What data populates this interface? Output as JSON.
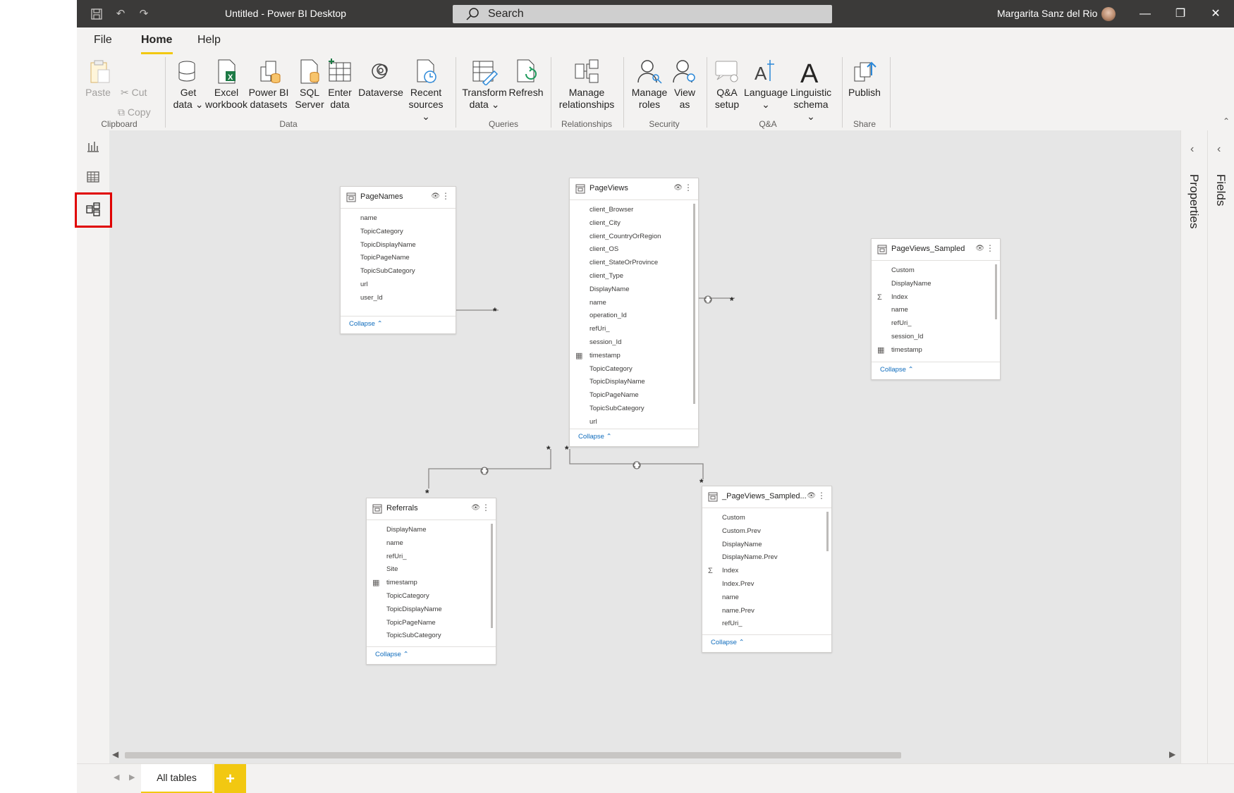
{
  "window": {
    "title": "Untitled - Power BI Desktop",
    "search_placeholder": "Search",
    "user_name": "Margarita Sanz del Rio"
  },
  "menu": {
    "tabs": [
      {
        "label": "File"
      },
      {
        "label": "Home"
      },
      {
        "label": "Help"
      }
    ],
    "active": "Home"
  },
  "ribbon": {
    "clipboard": {
      "paste": "Paste",
      "cut": "Cut",
      "copy": "Copy",
      "label": "Clipboard"
    },
    "data": {
      "label": "Data",
      "get_data": [
        "Get",
        "data"
      ],
      "excel": [
        "Excel",
        "workbook"
      ],
      "powerbi": [
        "Power BI",
        "datasets"
      ],
      "sql": [
        "SQL",
        "Server"
      ],
      "enter": [
        "Enter",
        "data"
      ],
      "dataverse": [
        "Dataverse",
        ""
      ],
      "recent": [
        "Recent",
        "sources"
      ]
    },
    "queries": {
      "label": "Queries",
      "transform": [
        "Transform",
        "data"
      ],
      "refresh": [
        "Refresh",
        ""
      ]
    },
    "relationships": {
      "label": "Relationships",
      "manage": [
        "Manage",
        "relationships"
      ]
    },
    "security": {
      "label": "Security",
      "manage_roles": [
        "Manage",
        "roles"
      ],
      "view_as": [
        "View",
        "as"
      ]
    },
    "qa": {
      "label": "Q&A",
      "setup": [
        "Q&A",
        "setup"
      ],
      "language": [
        "Language",
        ""
      ],
      "linguistic": [
        "Linguistic",
        "schema"
      ]
    },
    "share": {
      "label": "Share",
      "publish": [
        "Publish",
        ""
      ]
    }
  },
  "tables": {
    "pagenames": {
      "title": "PageNames",
      "fields": [
        "name",
        "TopicCategory",
        "TopicDisplayName",
        "TopicPageName",
        "TopicSubCategory",
        "url",
        "user_Id"
      ],
      "collapse": "Collapse"
    },
    "pageviews": {
      "title": "PageViews",
      "fields": [
        "client_Browser",
        "client_City",
        "client_CountryOrRegion",
        "client_OS",
        "client_StateOrProvince",
        "client_Type",
        "DisplayName",
        "name",
        "operation_Id",
        "refUri_",
        "session_Id",
        "timestamp",
        "TopicCategory",
        "TopicDisplayName",
        "TopicPageName",
        "TopicSubCategory",
        "url"
      ],
      "collapse": "Collapse"
    },
    "sampled": {
      "title": "PageViews_Sampled",
      "fields": [
        "Custom",
        "DisplayName",
        "Index",
        "name",
        "refUri_",
        "session_Id",
        "timestamp"
      ],
      "collapse": "Collapse"
    },
    "referrals": {
      "title": "Referrals",
      "fields": [
        "DisplayName",
        "name",
        "refUri_",
        "Site",
        "timestamp",
        "TopicCategory",
        "TopicDisplayName",
        "TopicPageName",
        "TopicSubCategory"
      ],
      "collapse": "Collapse"
    },
    "sampled2": {
      "title": "_PageViews_Sampled...",
      "fields": [
        "Custom",
        "Custom.Prev",
        "DisplayName",
        "DisplayName.Prev",
        "Index",
        "Index.Prev",
        "name",
        "name.Prev",
        "refUri_"
      ],
      "collapse": "Collapse"
    }
  },
  "relationship_marker": "*",
  "panes": {
    "properties": "Properties",
    "fields": "Fields"
  },
  "bottom": {
    "page_tab": "All tables",
    "add_tab": "+"
  }
}
